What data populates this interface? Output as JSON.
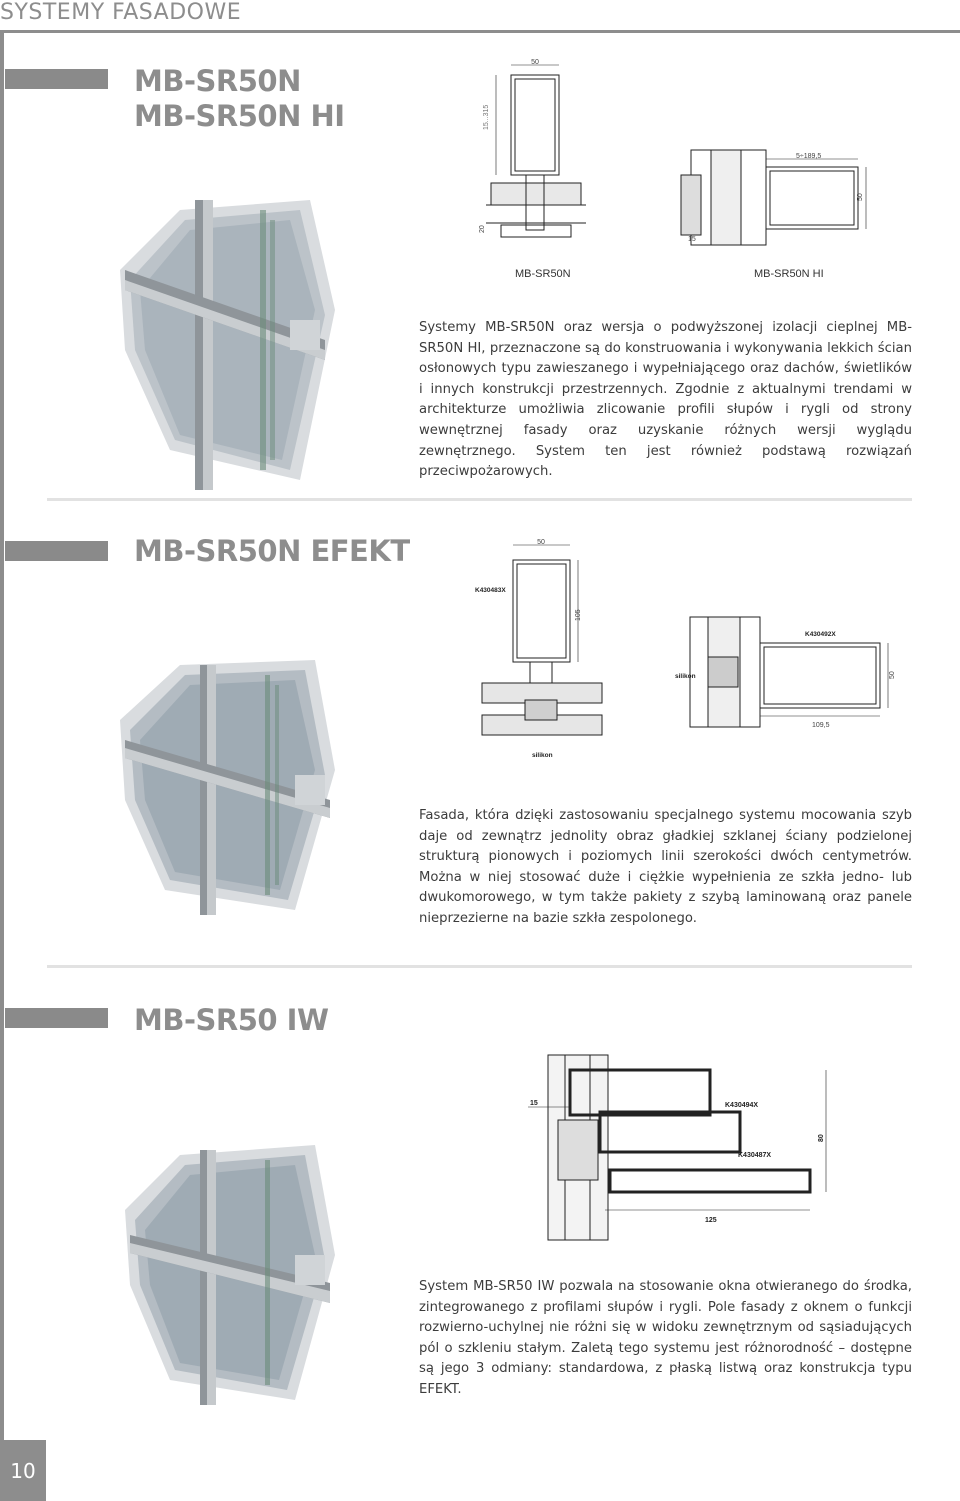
{
  "header": {
    "title": "SYSTEMY FASADOWE"
  },
  "sections": [
    {
      "title_lines": [
        "MB-SR50N",
        "MB-SR50N HI"
      ],
      "captions": [
        "MB-SR50N",
        "MB-SR50N HI"
      ],
      "dims": [
        "50",
        "15...315",
        "20",
        "5÷189,5",
        "50",
        "15"
      ],
      "body": "Systemy MB-SR50N oraz wersja o podwyższonej izolacji cieplnej MB-SR50N HI, przeznaczone są do konstruowania i wykonywania lekkich ścian osłonowych typu zawieszanego i wypełniającego oraz dachów, świetlików i innych konstrukcji przestrzennych. Zgodnie z aktualnymi trendami w architekturze umożliwia zlicowanie profili słupów i rygli od strony wewnętrznej fasady oraz uzyskanie różnych wersji wyglądu zewnętrznego. System ten jest również podstawą rozwiązań przeciwpożarowych."
    },
    {
      "title_lines": [
        "MB-SR50N EFEKT"
      ],
      "dims": [
        "50",
        "105",
        "K430483X",
        "K430492X",
        "silikon",
        "50",
        "109,5",
        "silikon"
      ],
      "body": "Fasada, która dzięki zastosowaniu specjalnego systemu mocowania szyb daje od zewnątrz jednolity obraz gładkiej szklanej ściany podzielonej strukturą pionowych i poziomych linii szerokości dwóch centymetrów. Można w niej stosować duże i ciężkie wypełnienia ze szkła jedno- lub dwukomorowego, w tym także pakiety z szybą laminowaną oraz panele nieprzezierne na bazie szkła zespolonego."
    },
    {
      "title_lines": [
        "MB-SR50 IW"
      ],
      "dims": [
        "15",
        "K430494X",
        "80",
        "K430487X",
        "125"
      ],
      "body": "System MB-SR50 IW pozwala na stosowanie okna otwieranego do środka, zintegrowanego z profilami słupów i rygli. Pole fasady z oknem o funkcji rozwierno-uchylnej nie różni się w widoku zewnętrznym od sąsiadujących pól o szkleniu stałym. Zaletą tego systemu jest różnorodność – dostępne są jego 3 odmiany: standardowa, z płaską listwą oraz konstrukcja typu EFEKT."
    }
  ],
  "footer": {
    "page_number": "10"
  },
  "colors": {
    "accent_gray": "#8d8d8d",
    "text": "#3c3c3c",
    "divider": "#e2e2e2"
  }
}
